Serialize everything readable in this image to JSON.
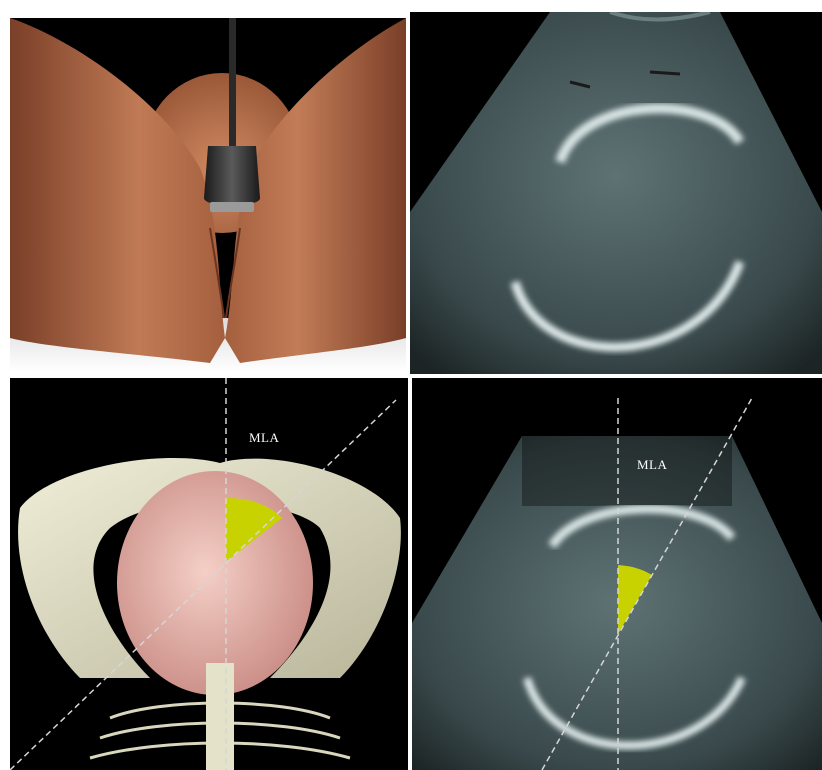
{
  "figure": {
    "panels": [
      {
        "id": "probe-illustration",
        "description_icon": "transperineal-probe-icon"
      },
      {
        "id": "ultrasound-plain",
        "description_icon": "ultrasound-icon"
      },
      {
        "id": "pelvis-model-angle",
        "description_icon": "pelvis-icon"
      },
      {
        "id": "ultrasound-angle",
        "description_icon": "ultrasound-icon"
      }
    ],
    "labels": {
      "mla_left": "MLA",
      "mla_right": "MLA"
    },
    "colors": {
      "angle_fill": "#c8d200",
      "ultrasound_tint": "#9fb4b6",
      "skin": "#b8734f",
      "bone": "#e4e2c8",
      "fetal_head": "#e8b8b0"
    }
  }
}
